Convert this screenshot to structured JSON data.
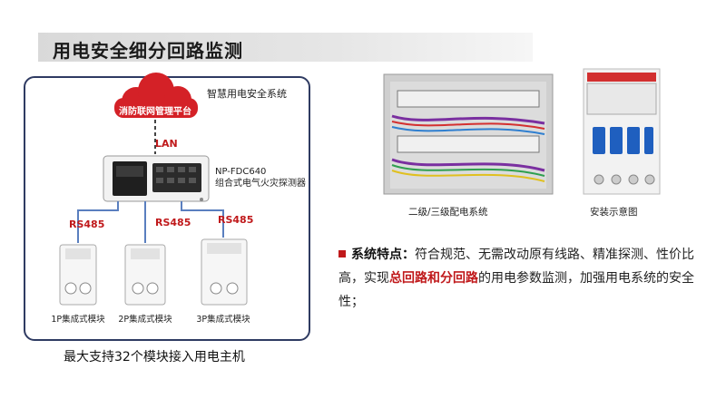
{
  "title": "用电安全细分回路监测",
  "diagram": {
    "system_label": "智慧用电安全系统",
    "cloud_label": "消防联网管理平台",
    "lan_label": "LAN",
    "device_model": "NP-FDC640",
    "device_name": "组合式电气火灾探测器",
    "rs485_label": "RS485",
    "modules": [
      {
        "label": "1P集成式模块"
      },
      {
        "label": "2P集成式模块"
      },
      {
        "label": "3P集成式模块"
      }
    ],
    "support_text": "最大支持32个模块接入用电主机"
  },
  "photos": {
    "panel_caption": "二级/三级配电系统",
    "install_caption": "安装示意图"
  },
  "feature": {
    "heading": "系统特点：",
    "text1": "符合规范、无需改动原有线路、精准探测、性价比高，实现",
    "highlight": "总回路和分回路",
    "text2": "的用电参数监测，加强用电系统的安全性；"
  },
  "colors": {
    "accent_red": "#c0191b",
    "frame_navy": "#2f3b62",
    "line_blue": "#5a7fbf"
  }
}
